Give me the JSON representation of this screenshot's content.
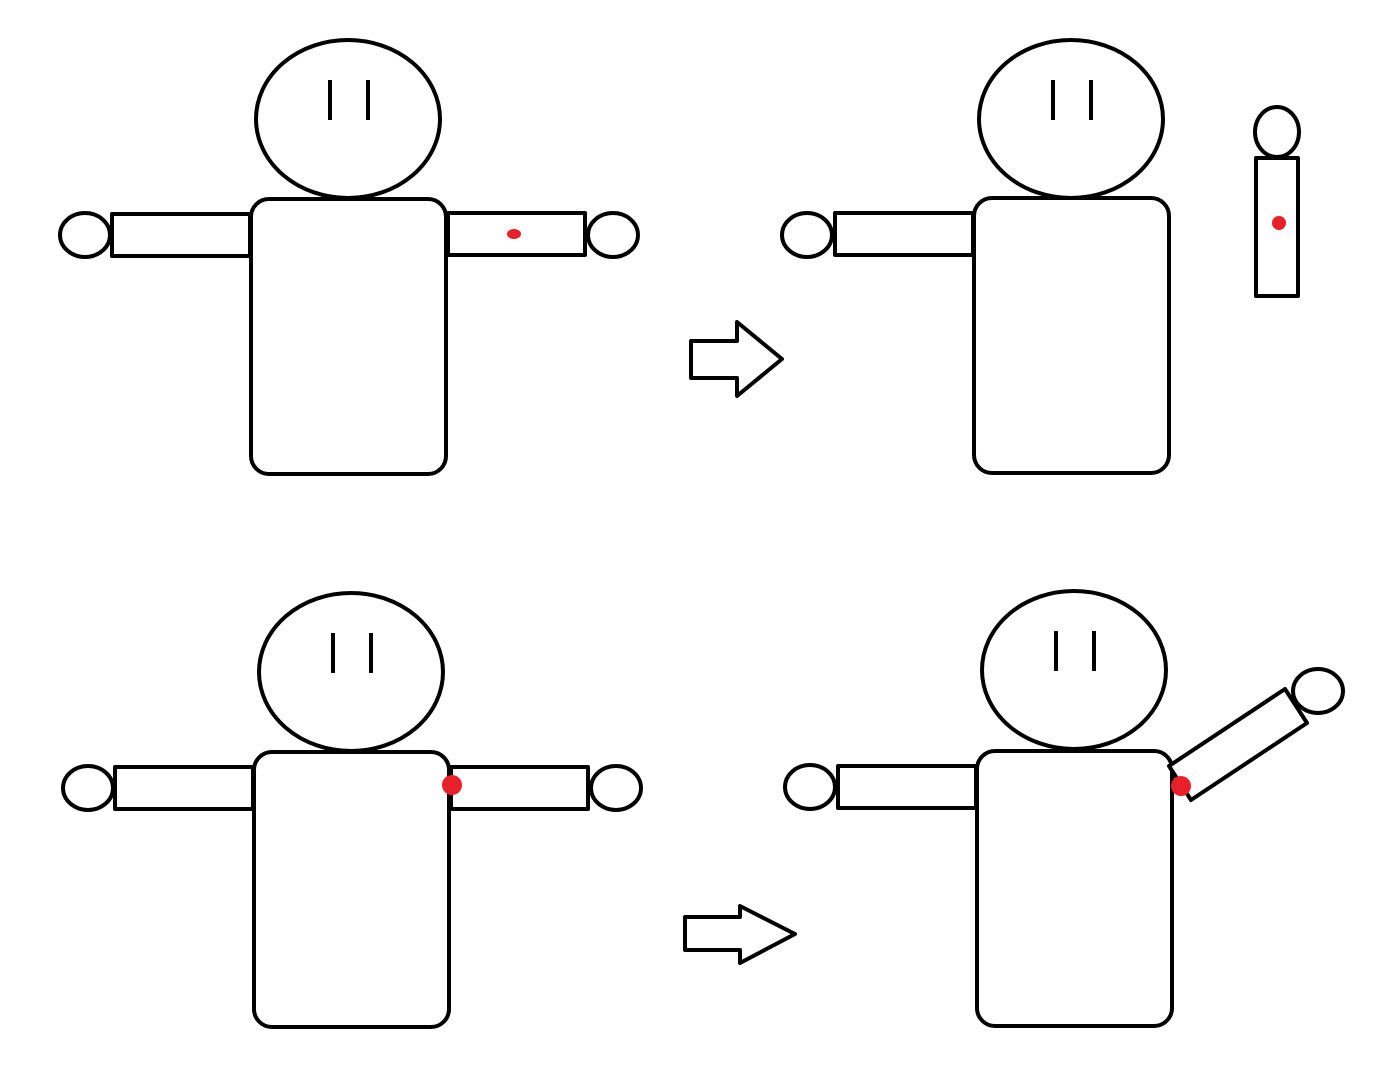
{
  "diagram": {
    "panels": [
      {
        "id": "top-before",
        "variant": "intact",
        "pivot_marker": "mid-arm"
      },
      {
        "id": "top-after",
        "variant": "arm-detached",
        "pivot_marker": "detached-arm-center"
      },
      {
        "id": "bottom-before",
        "variant": "intact",
        "pivot_marker": "shoulder"
      },
      {
        "id": "bottom-after",
        "variant": "arm-raised",
        "pivot_marker": "shoulder"
      }
    ],
    "arrows": [
      {
        "id": "top-arrow",
        "direction": "right"
      },
      {
        "id": "bottom-arrow",
        "direction": "right"
      }
    ]
  },
  "colors": {
    "outline": "#000000",
    "fill": "#ffffff",
    "marker": "#e8202a",
    "background": "#ffffff"
  }
}
